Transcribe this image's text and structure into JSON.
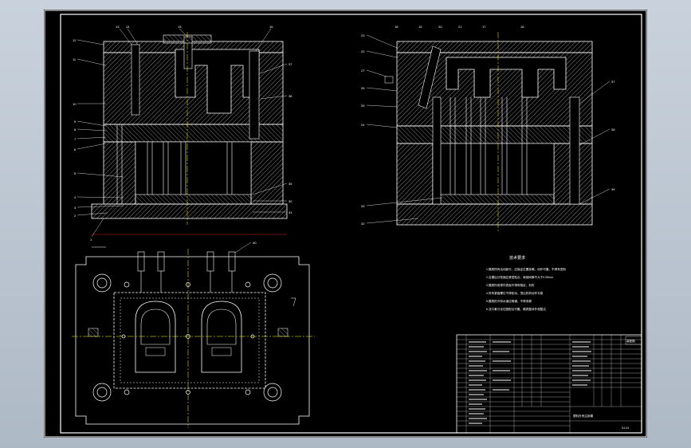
{
  "drawing": {
    "notes_title": "技术要求",
    "notes": [
      "1.模具所有活动部分，应保证位置准确，动作可靠，不得有歪斜",
      "2.合模后分型面应紧密贴合，局部间隙不大于0.05mm",
      "3.模具所用零件表面不得有裂纹、划伤",
      "4.所有紧固螺钉不得松动，顶出机构动作平稳",
      "5.模具的冷却水道应畅通，不得渗漏",
      "6.浇口套与定位圈配合可靠，模具整体外观整洁"
    ],
    "title_block": {
      "drawing_name": "装配图",
      "drawing_no": "SJ-01",
      "part_name": "塑料外壳注射模"
    },
    "colors": {
      "background": "#000000",
      "line": "#ffffff",
      "hatch": "#9a9a9a",
      "accent": "#ffff00",
      "dim": "#ff3030"
    }
  }
}
